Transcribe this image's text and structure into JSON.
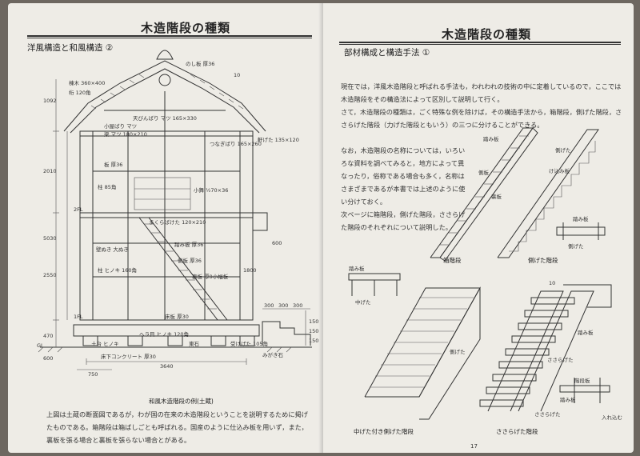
{
  "left_page": {
    "title": "木造階段の種類",
    "subtitle": "洋風構造と和風構造 ②",
    "figure_caption": "和風木造階段の例(土蔵)",
    "body_text": "上図は土蔵の断面図であるが，わが国の在来の木造階段ということを説明するために掲げたものである。箱階段は箱ばしごとも呼ばれる。国産のように仕込み板を用いず，また，裏板を張る場合と裏板を張らない場合とがある。",
    "labels": {
      "noshiita": "のし板 厚36",
      "munagi": "棟木 360×400",
      "keta": "桁 120角",
      "tenbin": "天びんばり マツ 165×330",
      "hari": "梁 マツ 180×210",
      "kokabari": "小屋ばり マツ",
      "tsunagi": "つなぎばり 165×260",
      "nokigeta": "軒げた 135×120",
      "ita36": "板 厚36",
      "hashira": "柱 85角",
      "koma": "小舞 ½70×36",
      "makuraita": "まくらばけた 120×210",
      "fumiita": "踏み板 厚36",
      "kabe": "壁ぬき 大ぬき",
      "hashira2": "柱 ヒノキ 160角",
      "gawa": "側板 厚36",
      "uraita": "裏板 厚9小幅板",
      "yuka30": "床板 厚30",
      "dodai": "土台 ヒノキ",
      "sanda": "ヘラ目 ヒノキ 120角",
      "tsuka": "東石",
      "ukegeta": "受けげた 105角",
      "tokoshita": "床下コンクリート 厚30",
      "migakiishi": "みがき石",
      "ol": "2FL",
      "fl1": "1FL",
      "gl": "GL"
    },
    "dims": {
      "h1": "1092",
      "h2": "2010",
      "h3": "5030",
      "h4": "2550",
      "h5": "470",
      "h6": "600",
      "w1": "3640",
      "w2": "750",
      "s1": "300",
      "s2": "300",
      "s3": "300",
      "d150a": "150",
      "d150b": "150",
      "d150c": "150",
      "d1800": "1800",
      "d600": "600",
      "t10": "10"
    }
  },
  "right_page": {
    "title": "木造階段の種類",
    "subtitle": "部材構成と構造手法 ①",
    "paragraphs": [
      "現在では，洋風木造階段と呼ばれる手法も，われわれの技術の中に定着しているので，ここでは木造階段をその構造法によって区別して説明して行く。",
      "さて，木造階段の種類は，ごく特殊な例を除けば，その構造手法から，箱階段，側げた階段，ささらげた階段（力げた階段ともいう）の三つに分けることができる。",
      "なお，木造階段の名称については，いろいろな資料を調べてみると，地方によって異なったり，俗称である場合も多く，名称はさまざまであるが本書では上述のように使い分けておく。",
      "次ページに箱階段，側げた階段，ささらげた階段のそれぞれについて説明した。"
    ],
    "figures": {
      "box_stair": "箱階段",
      "side_stringer": "側げた階段",
      "mid_stringer": "中げた付き側げた階段",
      "sasara": "ささらげた階段"
    },
    "labels": {
      "fumiita_a": "踏み板",
      "gawaita": "側板",
      "uraita": "裏板",
      "gawageta": "側げた",
      "kekomi": "け込み板",
      "fumiita_b": "踏み板",
      "gawageta2": "側げた",
      "fumiita_c": "踏み板",
      "nakageta": "中げた",
      "gawageta3": "側げた",
      "fumiita_d": "踏み板",
      "sasarageta": "ささらげた",
      "fumiita_e": "踏み板",
      "sasarageta2": "ささらげた",
      "ireko": "入れ込む",
      "top10": "10",
      "kaidan": "階段板"
    },
    "page_number": "17"
  }
}
